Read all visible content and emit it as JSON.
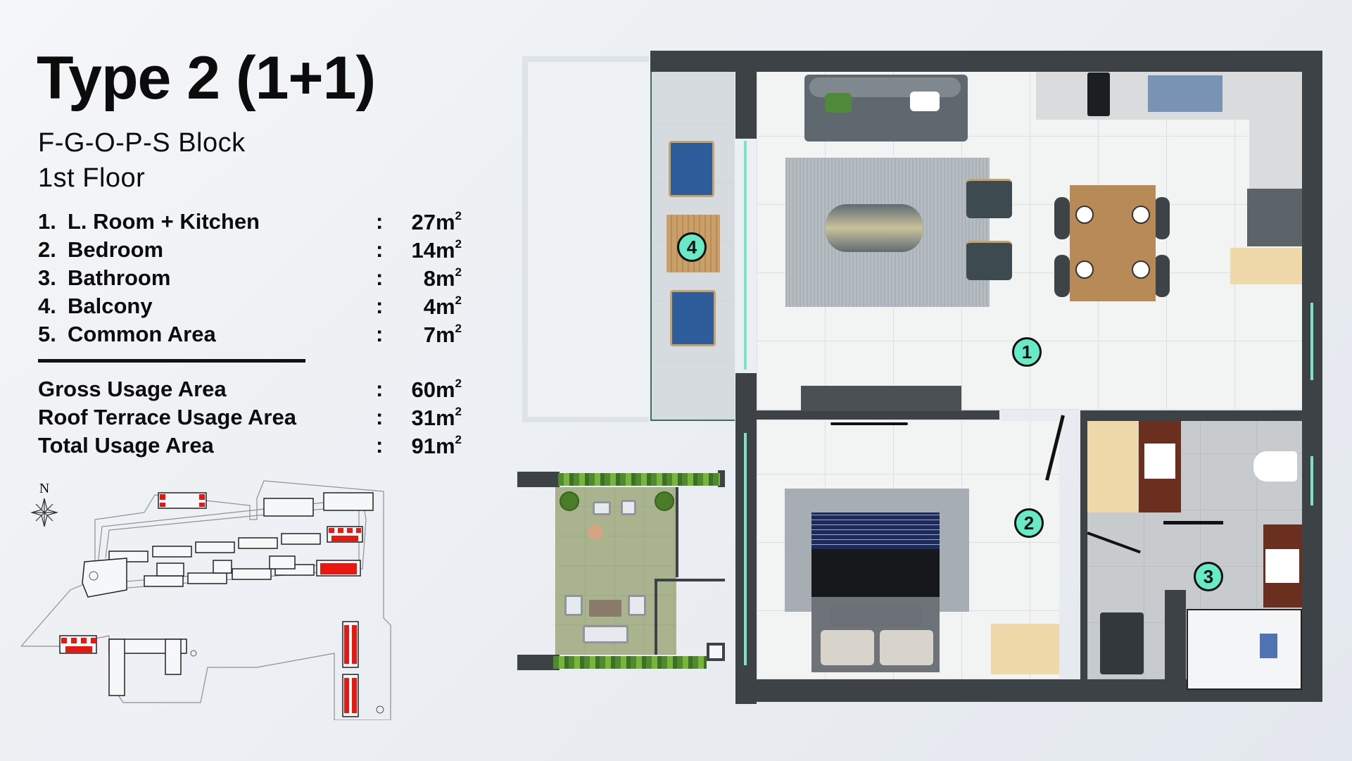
{
  "header": {
    "title": "Type 2 (1+1)",
    "block": "F-G-O-P-S Block",
    "floor": "1st Floor"
  },
  "rooms": [
    {
      "number": "1.",
      "name": "L. Room + Kitchen",
      "area": "27m",
      "unit_sup": "2"
    },
    {
      "number": "2.",
      "name": "Bedroom",
      "area": "14m",
      "unit_sup": "2"
    },
    {
      "number": "3.",
      "name": "Bathroom",
      "area": "8m",
      "unit_sup": "2"
    },
    {
      "number": "4.",
      "name": "Balcony",
      "area": "4m",
      "unit_sup": "2"
    },
    {
      "number": "5.",
      "name": "Common Area",
      "area": "7m",
      "unit_sup": "2"
    }
  ],
  "totals": [
    {
      "name": "Gross Usage Area",
      "area": "60m",
      "unit_sup": "2"
    },
    {
      "name": "Roof Terrace Usage Area",
      "area": "31m",
      "unit_sup": "2"
    },
    {
      "name": "Total Usage Area",
      "area": "91m",
      "unit_sup": "2"
    }
  ],
  "separator": ":",
  "site_map": {
    "compass_label": "N",
    "highlight_color": "#e8170f"
  },
  "plan_markers": {
    "living_kitchen": "1",
    "bedroom": "2",
    "bathroom": "3",
    "balcony": "4"
  },
  "colors": {
    "marker_fill": "#66ebc6",
    "wall": "#3c4246",
    "glass": "#7de3c7",
    "background": "#eceff3"
  }
}
